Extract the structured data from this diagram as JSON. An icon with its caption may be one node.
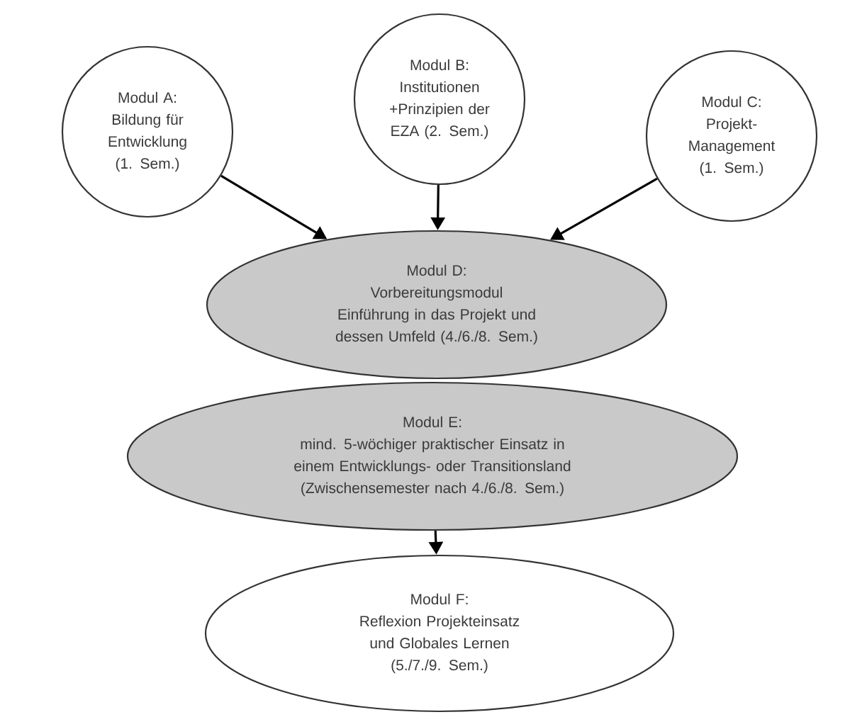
{
  "diagram": {
    "nodes": [
      {
        "text": [
          "Modul A:",
          "Bildung für Entwicklung (1. Sem.)"
        ]
      },
      {
        "text": [
          "Modul B:",
          "Institutionen +Prinzipien der EZA (2. Sem.)"
        ]
      },
      {
        "text": [
          "Modul C:",
          "Projekt- Management (1. Sem.)"
        ]
      },
      {
        "text": [
          "Modul D:",
          "Vorbereitungsmodul",
          "Einführung in das Projekt und dessen Umfeld (4./6./8. Sem.)"
        ]
      },
      {
        "text": [
          "Modul E:",
          "mind. 5-wöchiger praktischer Einsatz in einem Entwicklungs- oder Transitionsland (Zwischensemester nach 4./6./8. Sem.)"
        ]
      },
      {
        "text": [
          "Modul F:",
          "Reflexion Projekteinsatz und Globales Lernen (5./7./9. Sem.)"
        ]
      }
    ],
    "edges": [
      {
        "from": 0,
        "to": 3,
        "arrow": "to"
      },
      {
        "from": 1,
        "to": 3,
        "arrow": "to"
      },
      {
        "from": 2,
        "to": 3,
        "arrow": "to"
      },
      {
        "from": 4,
        "to": 5,
        "arrow": "to"
      }
    ]
  }
}
